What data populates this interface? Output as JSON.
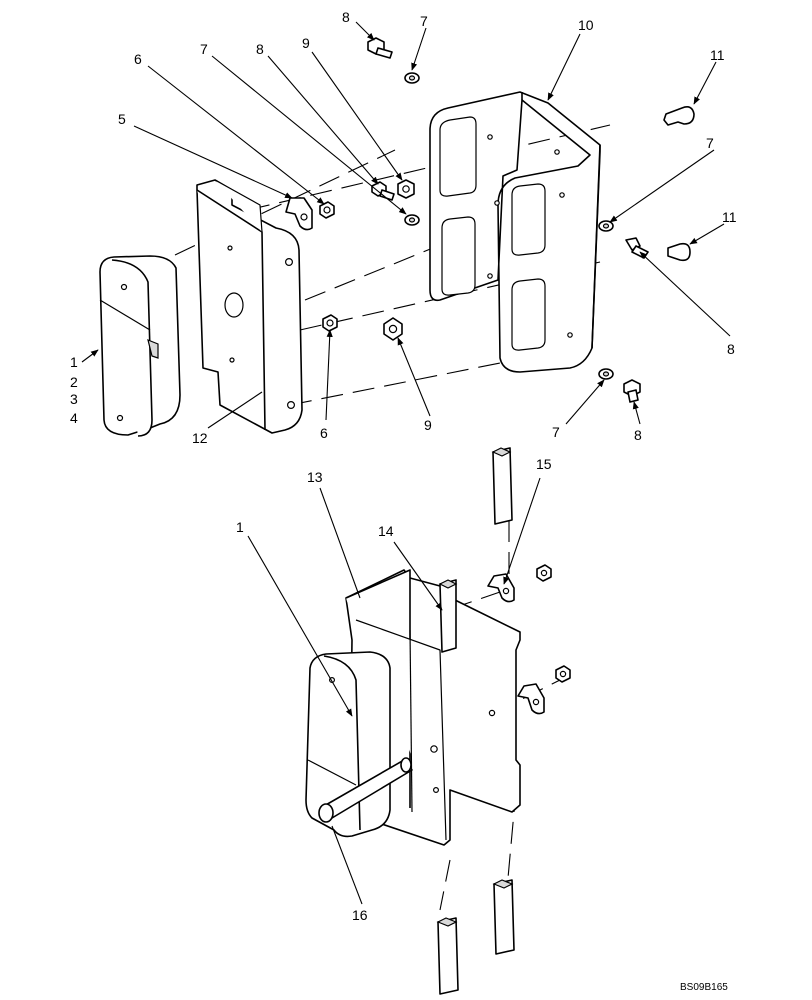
{
  "figure_ref": "BS09B165",
  "callouts": {
    "c8a": "8",
    "c7a": "7",
    "c10": "10",
    "c11a": "11",
    "c6a": "6",
    "c7b": "7",
    "c8b": "8",
    "c9a": "9",
    "c5": "5",
    "c7c": "7",
    "c11b": "11",
    "c8c": "8",
    "c1a": "1",
    "c2": "2",
    "c3": "3",
    "c4": "4",
    "c12": "12",
    "c6b": "6",
    "c9b": "9",
    "c7d": "7",
    "c8d": "8",
    "c13": "13",
    "c15": "15",
    "c1b": "1",
    "c14": "14",
    "c16": "16"
  }
}
